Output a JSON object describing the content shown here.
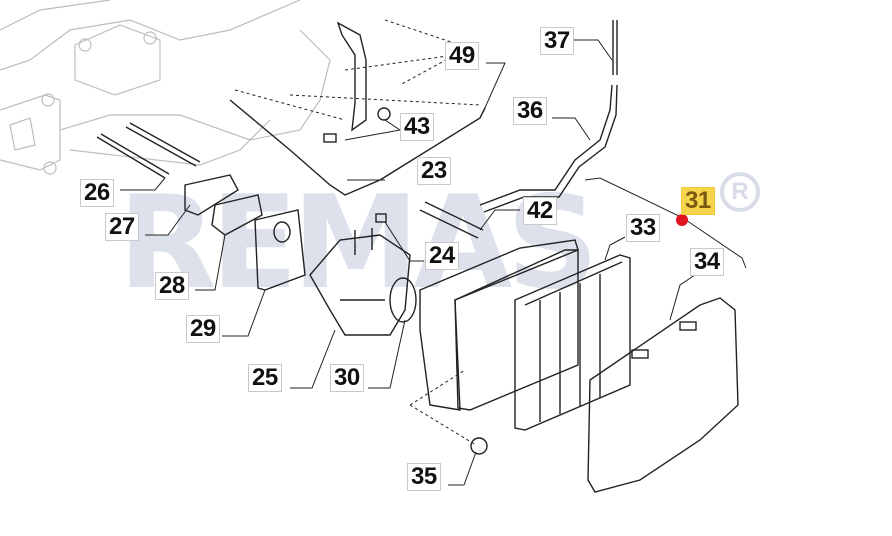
{
  "diagram": {
    "title": "Carburettor and air filter assembly",
    "watermark": "REMAS",
    "watermark_mark": "R",
    "highlight_color": "#f7d54a",
    "marker_color": "#e0141e",
    "highlighted_part": "31",
    "callouts": [
      {
        "id": "49",
        "label": "49"
      },
      {
        "id": "37",
        "label": "37"
      },
      {
        "id": "36",
        "label": "36"
      },
      {
        "id": "43",
        "label": "43"
      },
      {
        "id": "23",
        "label": "23"
      },
      {
        "id": "26",
        "label": "26"
      },
      {
        "id": "27",
        "label": "27"
      },
      {
        "id": "28",
        "label": "28"
      },
      {
        "id": "29",
        "label": "29"
      },
      {
        "id": "24",
        "label": "24"
      },
      {
        "id": "42",
        "label": "42"
      },
      {
        "id": "31",
        "label": "31"
      },
      {
        "id": "33",
        "label": "33"
      },
      {
        "id": "34",
        "label": "34"
      },
      {
        "id": "25",
        "label": "25"
      },
      {
        "id": "30",
        "label": "30"
      },
      {
        "id": "35",
        "label": "35"
      }
    ]
  }
}
